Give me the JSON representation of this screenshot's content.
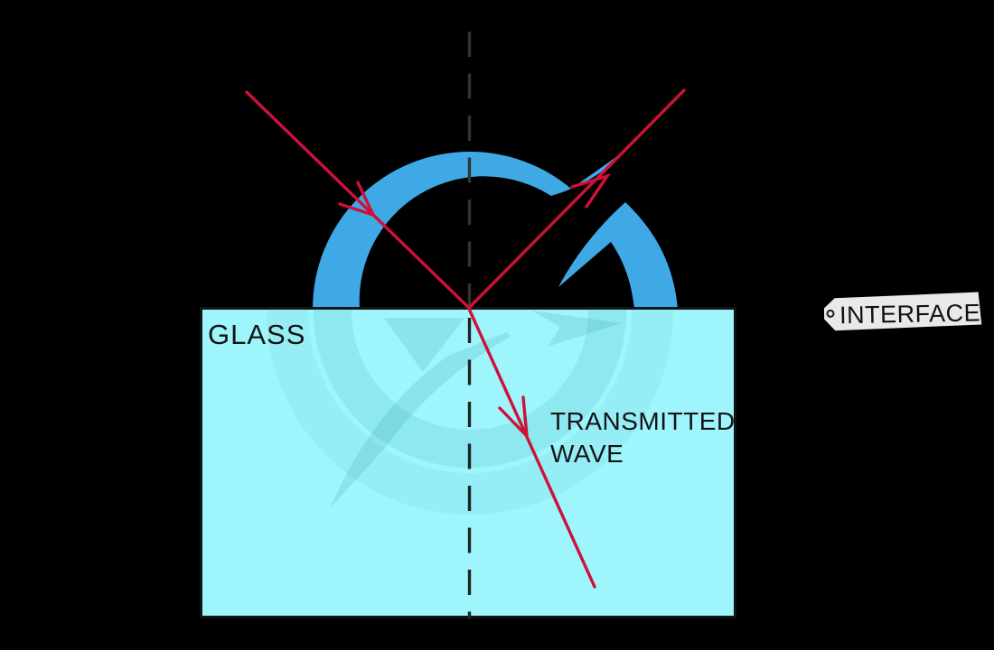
{
  "title": "Wave transmission at a glass interface diagram",
  "labels": {
    "glass": "GLASS",
    "transmitted_line1": "TRANSMITTED",
    "transmitted_line2": "WAVE",
    "interface": "INTERFACE"
  },
  "colors": {
    "background": "#000000",
    "ray_red": "#cf1138",
    "logo_blue": "#3fa9e6",
    "glass_fill": "#9ef6fc",
    "glass_border": "#121414",
    "normal_dash_upper": "#333333",
    "normal_dash_lower": "#1c2526",
    "tag_fill": "#e9e9e9",
    "label_text": "#141414"
  }
}
